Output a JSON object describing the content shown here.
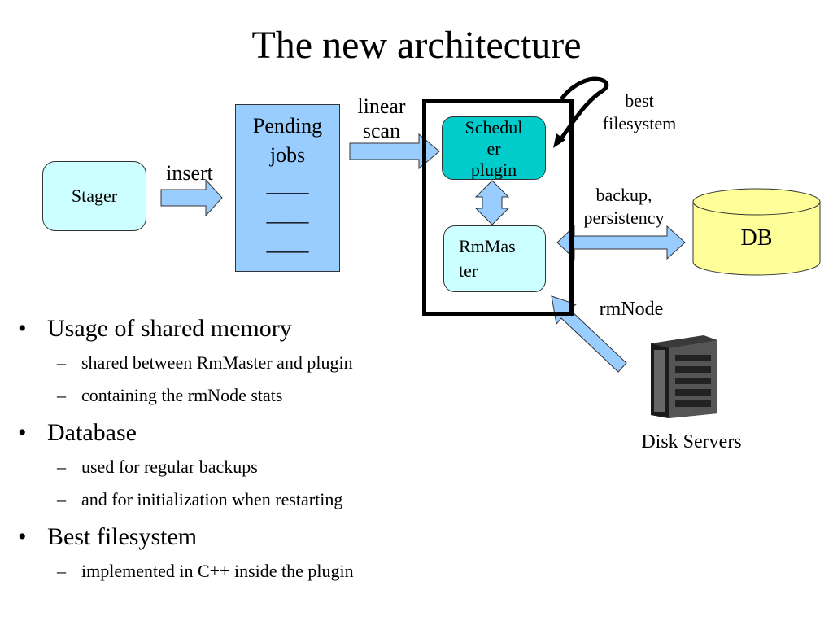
{
  "title": "The new architecture",
  "diagram": {
    "stager": "Stager",
    "insert_label": "insert",
    "pending_jobs": {
      "lines": [
        "Pending",
        "jobs",
        "____",
        "____",
        "____"
      ]
    },
    "linear_scan": [
      "linear",
      "scan"
    ],
    "scheduler_plugin": [
      "Schedul",
      "er",
      "plugin"
    ],
    "rmmaster": [
      "RmMas",
      "ter"
    ],
    "best_filesystem": [
      "best",
      "filesystem"
    ],
    "backup_persistency": [
      "backup,",
      "persistency"
    ],
    "db": "DB",
    "rmnode": "rmNode",
    "disk_servers": "Disk Servers"
  },
  "bullets": [
    {
      "text": "Usage of shared memory",
      "sub": [
        "shared between RmMaster and plugin",
        "containing the rmNode stats"
      ]
    },
    {
      "text": "Database",
      "sub": [
        "used for regular backups",
        "and for initialization when restarting"
      ]
    },
    {
      "text": "Best filesystem",
      "sub": [
        "implemented in C++ inside the plugin"
      ]
    }
  ],
  "colors": {
    "stager_fill": "#ccffff",
    "pending_fill": "#99ccff",
    "scheduler_fill": "#00cccc",
    "rmmaster_fill": "#ccffff",
    "arrow_fill": "#99ccff",
    "db_fill": "#ffff99"
  }
}
